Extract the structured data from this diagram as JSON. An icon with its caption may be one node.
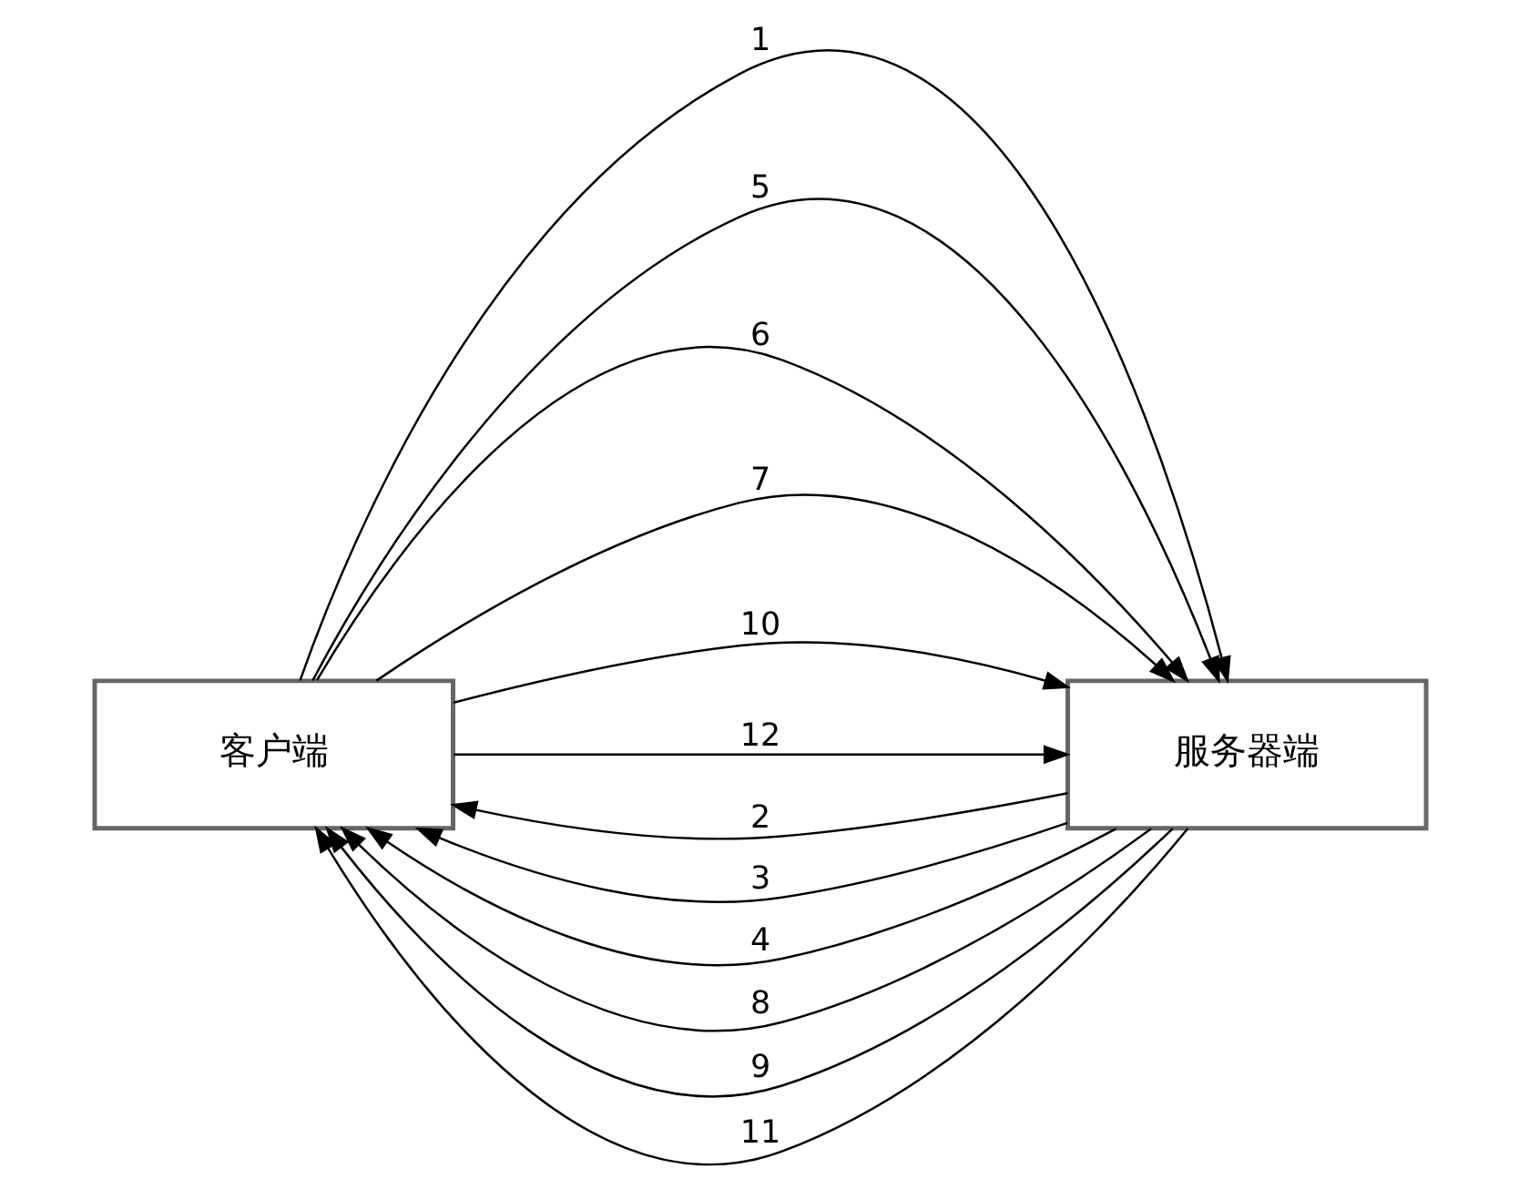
{
  "diagram": {
    "nodes": [
      {
        "text": [
          "客户端"
        ]
      },
      {
        "text": [
          "服务器端"
        ]
      }
    ],
    "edges": [
      {
        "from": 0,
        "to": 1,
        "arrow": "to",
        "label": "1"
      },
      {
        "from": 1,
        "to": 0,
        "arrow": "to",
        "label": "2"
      },
      {
        "from": 1,
        "to": 0,
        "arrow": "to",
        "label": "3"
      },
      {
        "from": 1,
        "to": 0,
        "arrow": "to",
        "label": "4"
      },
      {
        "from": 0,
        "to": 1,
        "arrow": "to",
        "label": "5"
      },
      {
        "from": 0,
        "to": 1,
        "arrow": "to",
        "label": "6"
      },
      {
        "from": 0,
        "to": 1,
        "arrow": "to",
        "label": "7"
      },
      {
        "from": 1,
        "to": 0,
        "arrow": "to",
        "label": "8"
      },
      {
        "from": 1,
        "to": 0,
        "arrow": "to",
        "label": "9"
      },
      {
        "from": 0,
        "to": 1,
        "arrow": "to",
        "label": "10"
      },
      {
        "from": 1,
        "to": 0,
        "arrow": "to",
        "label": "11"
      },
      {
        "from": 0,
        "to": 1,
        "arrow": "to",
        "label": "12"
      }
    ]
  }
}
